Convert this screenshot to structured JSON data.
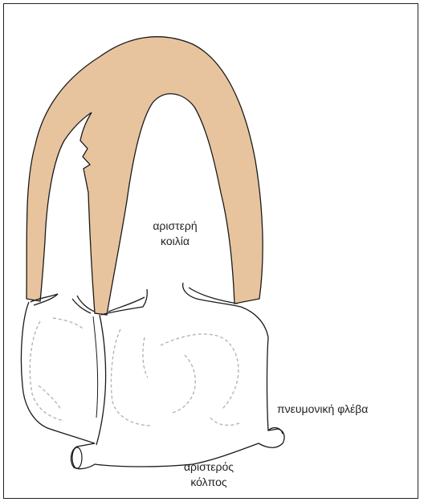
{
  "labels": {
    "ventricle_line1": "αριστερή",
    "ventricle_line2": "κοιλία",
    "pulmonary_vein": "πνευμονική φλέβα",
    "atrium_line1": "αριστερός",
    "atrium_line2": "κόλπος"
  },
  "colors": {
    "ventricle_fill": "#e8c49e",
    "outline": "#1a1a1a",
    "dashed": "#b5b5b5",
    "frame": "#222222"
  }
}
